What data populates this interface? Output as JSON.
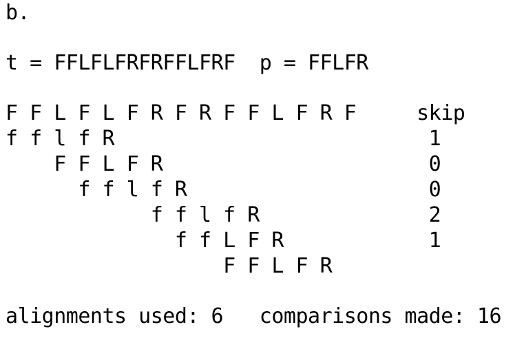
{
  "heading": "b.",
  "problem_line": "t = FFLFLFRFRFFLFRF  p = FFLFR",
  "header_row": "F F L F L F R F R F F L F R F     skip",
  "alignment_rows": [
    "f f l f R                          1",
    "    F F L F R                      0",
    "      f f l f R                    0",
    "            f f l f R              2",
    "              f f L F R            1",
    "                  F F L F R"
  ],
  "summary_line": "alignments used: 6   comparisons made: 16"
}
